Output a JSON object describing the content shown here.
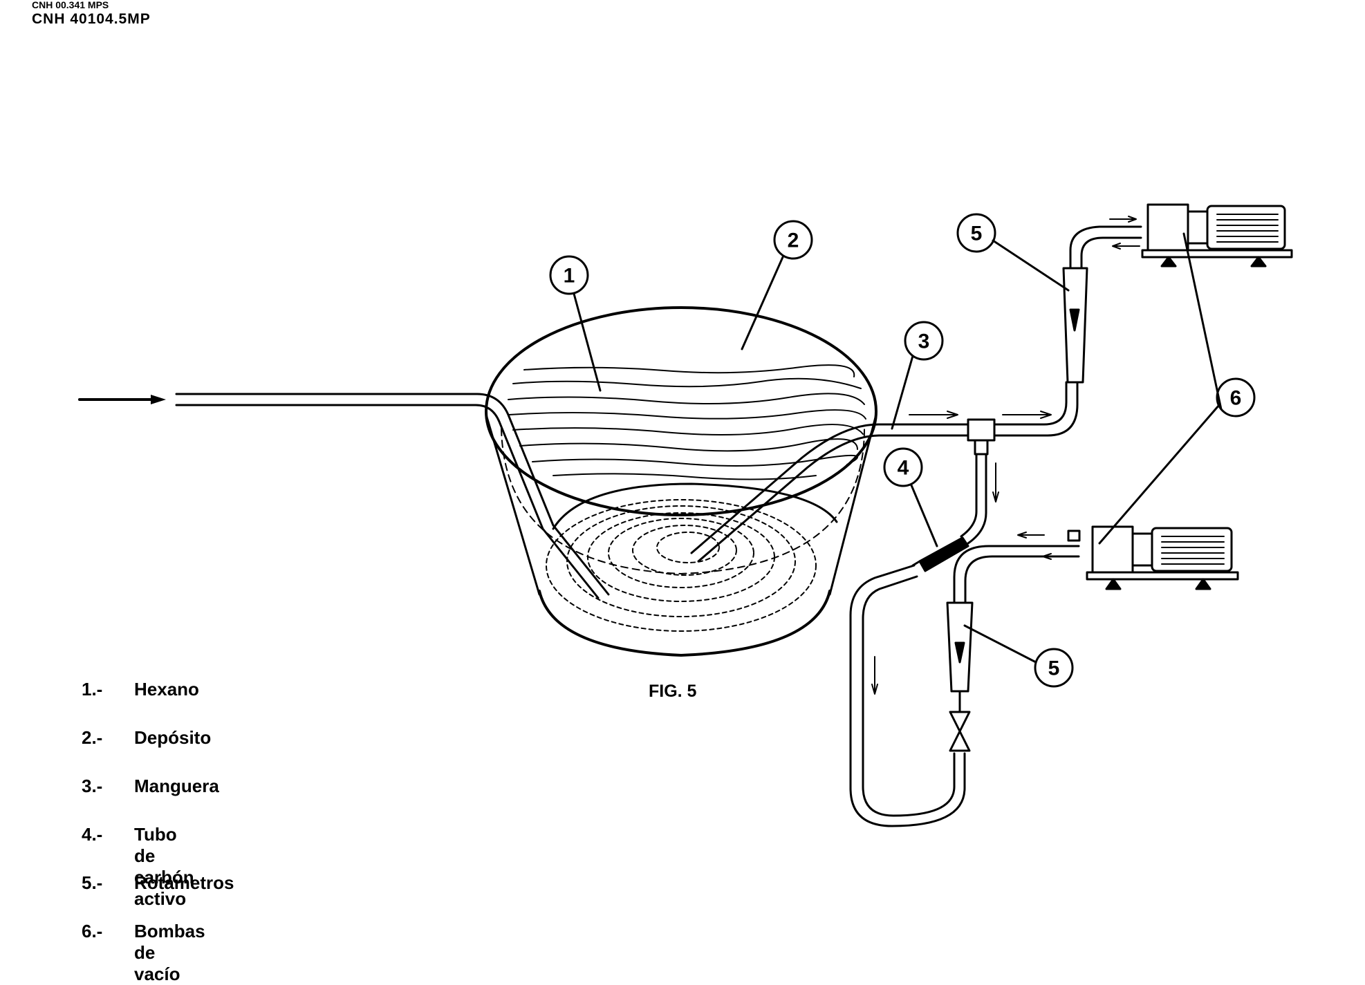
{
  "header": {
    "line1": "CNH 00.341 MPS",
    "line2": "CNH 40104.5MP"
  },
  "figure_caption": "FIG. 5",
  "callouts": {
    "c1": "1",
    "c2": "2",
    "c3": "3",
    "c4": "4",
    "c5a": "5",
    "c5b": "5",
    "c6": "6"
  },
  "legend": [
    {
      "num": "1.-",
      "label": "Hexano"
    },
    {
      "num": "2.-",
      "label": "Depósito"
    },
    {
      "num": "3.-",
      "label": "Manguera"
    },
    {
      "num": "4.-",
      "label": "Tubo de carbón activo"
    },
    {
      "num": "5.-",
      "label": "Rotametros"
    },
    {
      "num": "6.-",
      "label": "Bombas de vacío"
    }
  ]
}
